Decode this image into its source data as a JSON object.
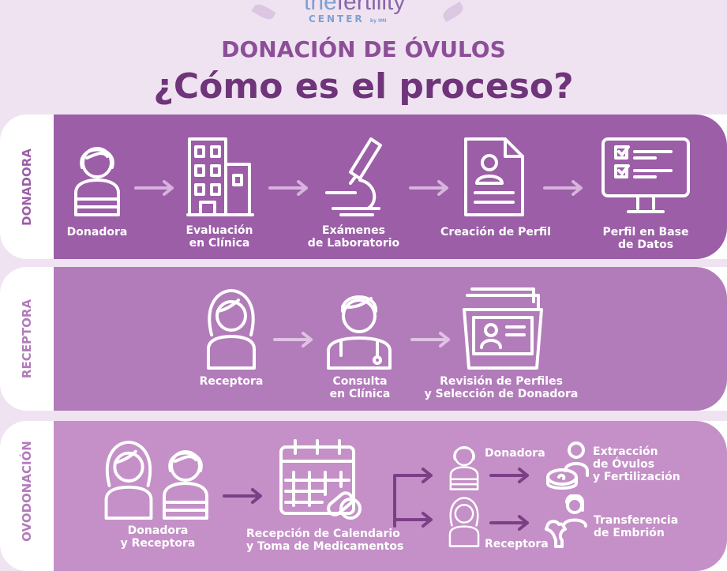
{
  "logo": {
    "line1_a": "the",
    "line1_b": "fertility",
    "line2": "CENTER",
    "by": "by IMI"
  },
  "header": {
    "subtitle": "DONACIÓN DE ÓVULOS",
    "title": "¿Cómo es el proceso?"
  },
  "sections": [
    {
      "label": "DONADORA",
      "color": "#9b5ea7",
      "steps": [
        "Donadora",
        "Evaluación\nen Clínica",
        "Exámenes\nde Laboratorio",
        "Creación de Perfil",
        "Perfil en Base\nde Datos"
      ]
    },
    {
      "label": "RECEPTORA",
      "color": "#b27cba",
      "steps": [
        "Receptora",
        "Consulta\nen Clínica",
        "Revisión de Perfiles\ny Selección de Donadora"
      ]
    },
    {
      "label": "OVODONACIÓN",
      "color": "#c490c7",
      "steps": [
        "Donadora\ny Receptora",
        "Recepción de Calendario\ny Toma de Medicamentos",
        "Donadora",
        "Receptora",
        "Extracción\nde Óvulos\ny Fertilización",
        "Transferencia\nde Embrión"
      ]
    }
  ],
  "colors": {
    "arrow_light": "#d7b3dd",
    "arrow_dark": "#7b3f86",
    "title": "#6f3479"
  }
}
